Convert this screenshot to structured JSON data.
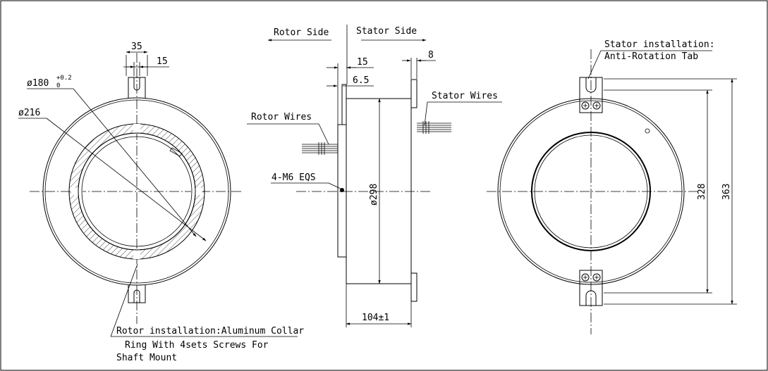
{
  "labels": {
    "rotor_side": "Rotor Side",
    "stator_side": "Stator Side",
    "rotor_wires": "Rotor Wires",
    "stator_wires": "Stator Wires",
    "stator_install_1": "Stator installation:",
    "stator_install_2": "Anti-Rotation Tab",
    "rotor_install_1": "Rotor installation:Aluminum Collar",
    "rotor_install_2": "Ring With 4sets Screws For",
    "rotor_install_3": "Shaft Mount",
    "screws": "4-M6 EQS"
  },
  "dimensions": {
    "d35": "35",
    "d15_left": "15",
    "d180": "ø180",
    "d180_tol_upper": "+0.2",
    "d180_tol_lower": "0",
    "d216": "ø216",
    "d15_mid": "15",
    "d6_5": "6.5",
    "d8": "8",
    "d298": "ø298",
    "d104": "104±1",
    "d328": "328",
    "d363": "363"
  }
}
